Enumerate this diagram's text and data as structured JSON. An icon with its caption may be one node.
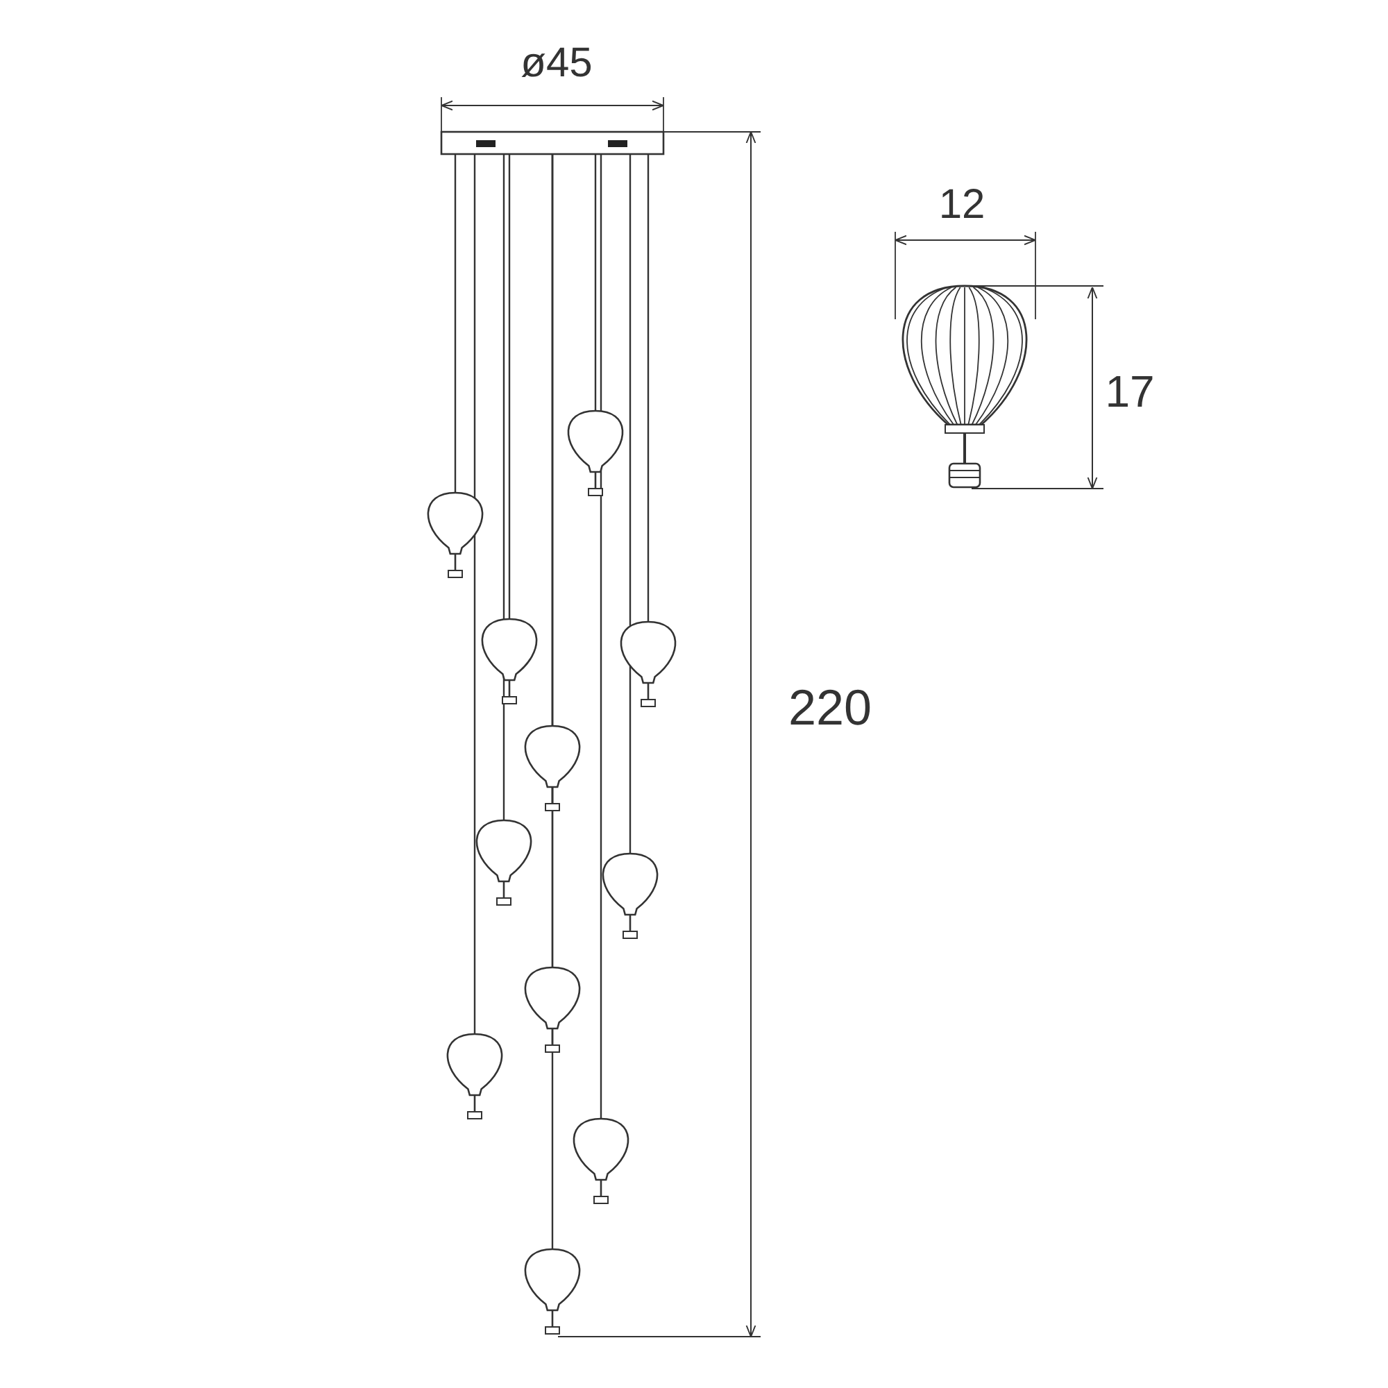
{
  "diagram": {
    "labels": [
      "ø45",
      "12",
      "17",
      "220"
    ]
  }
}
